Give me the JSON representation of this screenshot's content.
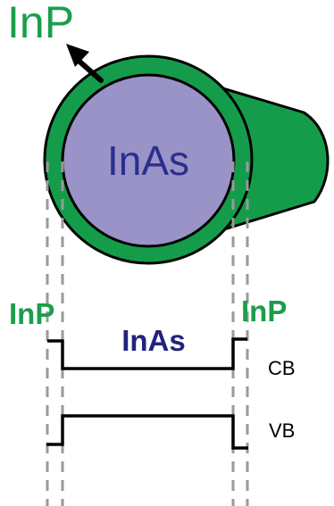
{
  "diagram": {
    "top_label": "InP",
    "core_label": "InAs",
    "left_label": "InP",
    "right_label": "InP",
    "center_label": "InAs",
    "cb_label": "CB",
    "vb_label": "VB"
  },
  "colors": {
    "shell_green": "#149c4a",
    "core_fill": "#9a93c8",
    "core_text": "#2b2f8c",
    "label_green": "#1a9e4a",
    "label_navy": "#23237e",
    "line": "#000000",
    "dash": "#9a9a9a"
  }
}
